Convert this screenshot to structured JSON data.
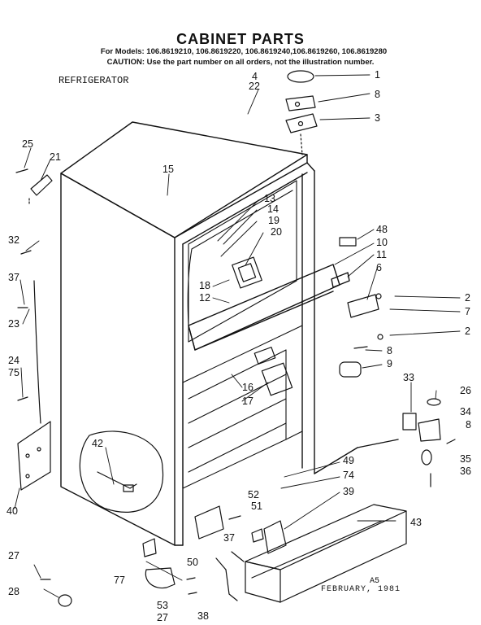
{
  "header": {
    "title": "CABINET PARTS",
    "models": "For Models: 106.8619210, 106.8619220, 106.8619240,106.8619260, 106.8619280",
    "caution": "CAUTION: Use the part number on all orders, not the illustration number."
  },
  "subtitle": "REFRIGERATOR",
  "footer": {
    "code": "A5",
    "date": "FEBRUARY, 1981"
  },
  "callouts": [
    "1",
    "8",
    "3",
    "4",
    "22",
    "25",
    "21",
    "15",
    "13",
    "14",
    "19",
    "20",
    "48",
    "10",
    "11",
    "6",
    "2",
    "7",
    "2",
    "8",
    "9",
    "18",
    "12",
    "16",
    "17",
    "33",
    "26",
    "34",
    "8",
    "35",
    "36",
    "32",
    "37",
    "23",
    "24",
    "75",
    "42",
    "40",
    "49",
    "74",
    "39",
    "43",
    "52",
    "51",
    "37",
    "50",
    "27",
    "28",
    "77",
    "53",
    "27",
    "38"
  ]
}
